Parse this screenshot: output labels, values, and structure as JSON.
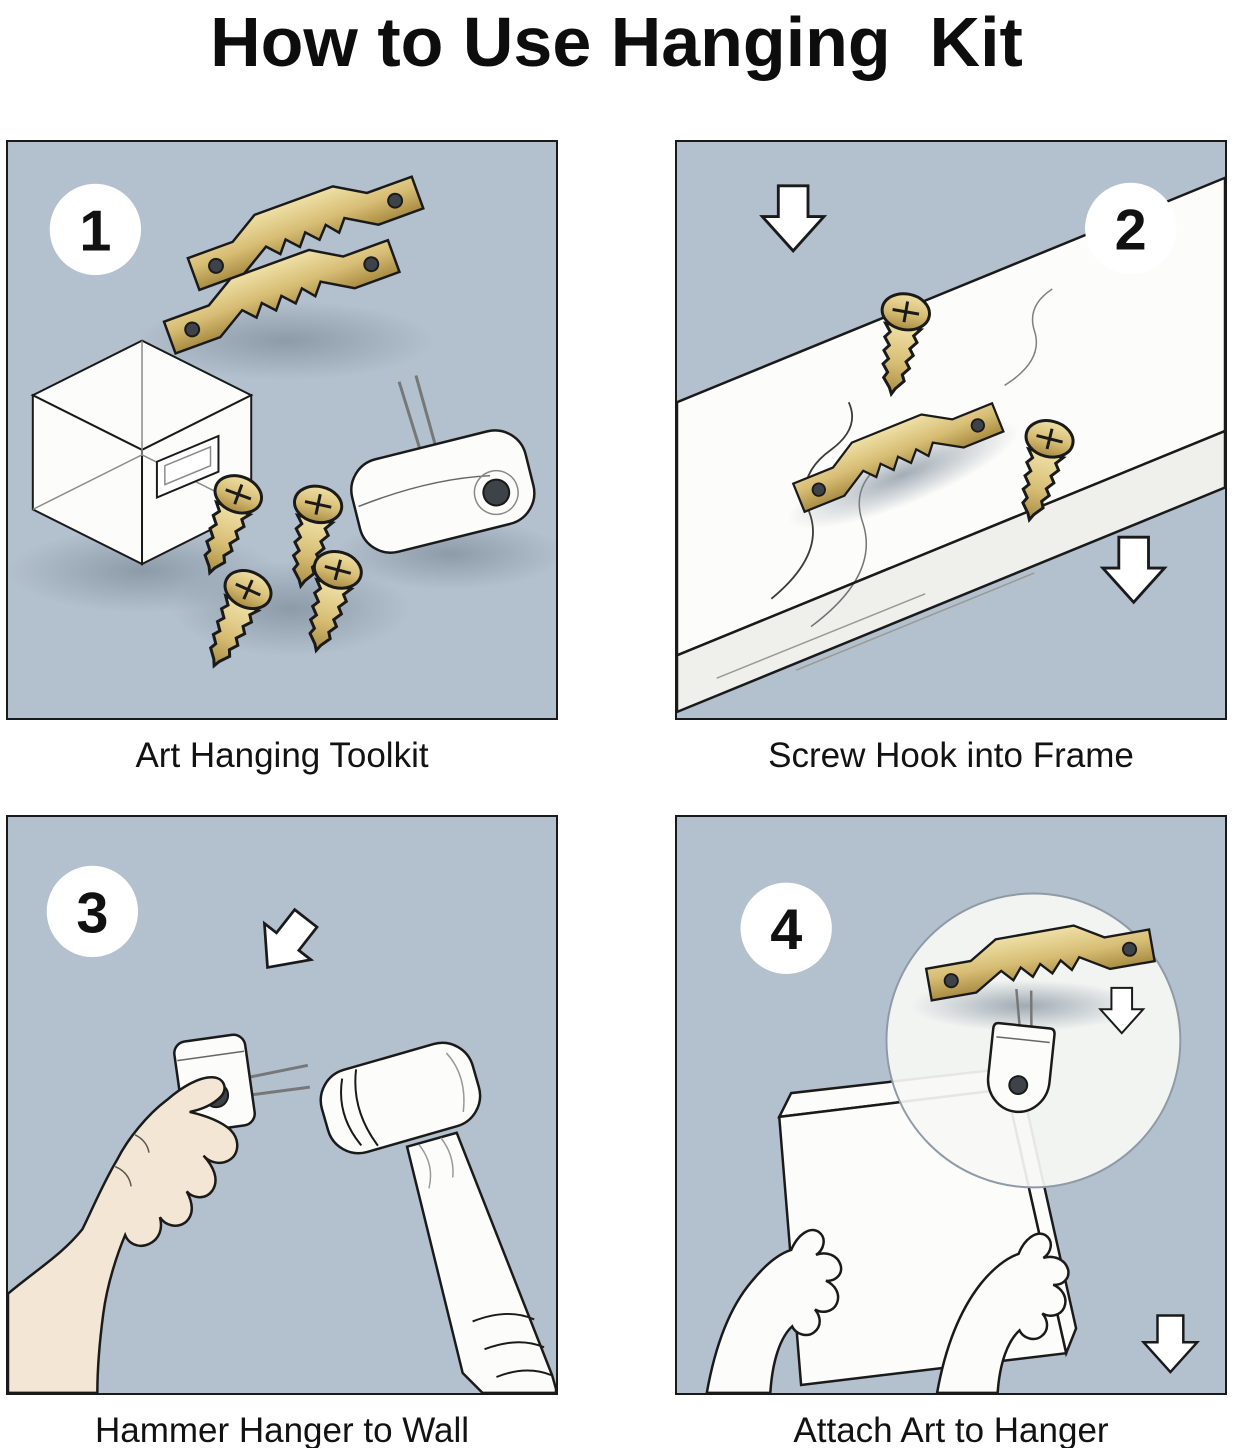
{
  "title": "How to Use Hanging  Kit",
  "panels": [
    {
      "number": "1",
      "caption": "Art Hanging Toolkit"
    },
    {
      "number": "2",
      "caption": "Screw Hook into Frame"
    },
    {
      "number": "3",
      "caption": "Hammer Hanger to Wall"
    },
    {
      "number": "4",
      "caption": "Attach Art to Hanger"
    }
  ],
  "colors": {
    "panel_bg": "#b3c0cd",
    "outline": "#1a1a1a",
    "paper": "#fcfcfa",
    "brass": "#d7bd74",
    "brass_light": "#efe0a6",
    "brass_dark": "#a88c42",
    "hole": "#3e434a"
  }
}
